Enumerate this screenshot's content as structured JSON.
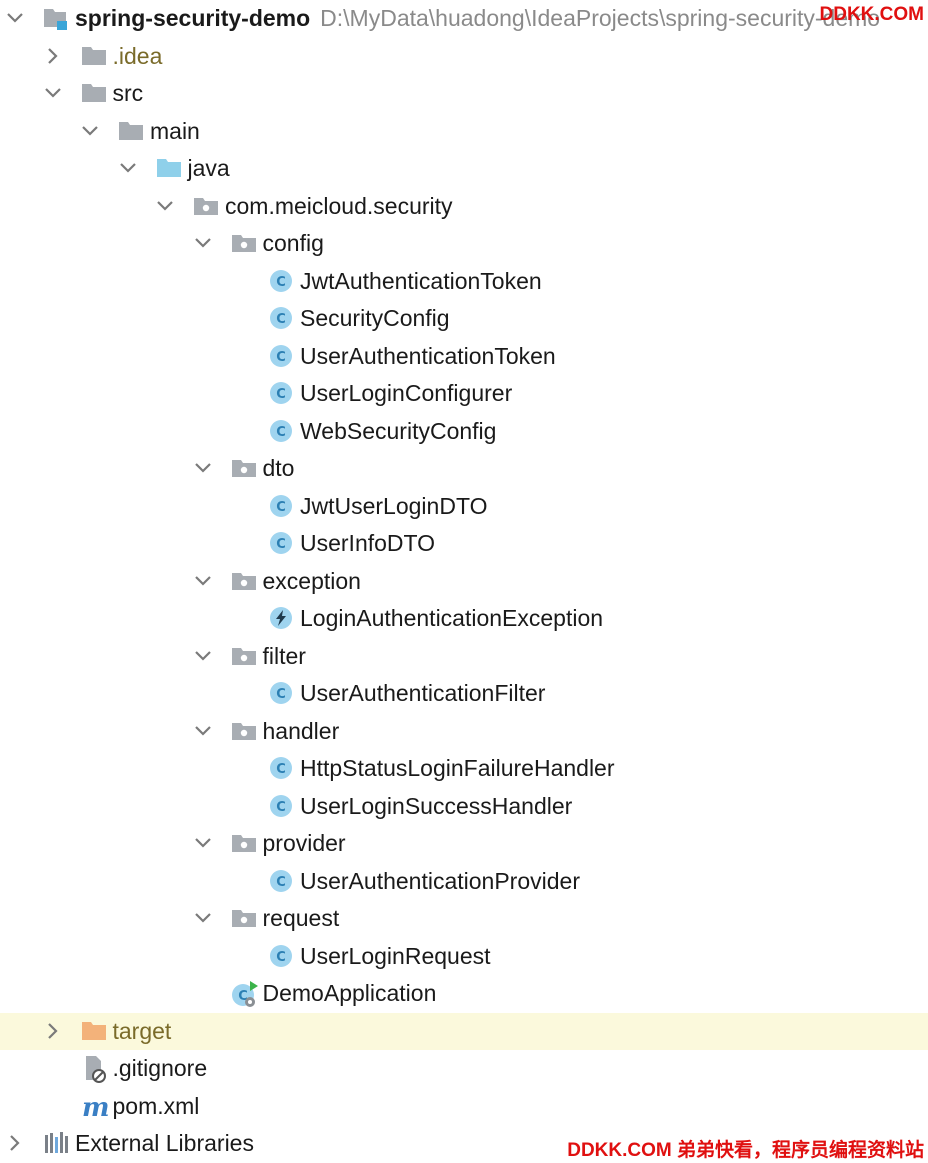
{
  "project": {
    "name": "spring-security-demo",
    "path": "D:\\MyData\\huadong\\IdeaProjects\\spring-security-demo"
  },
  "watermark_top": "DDKK.COM",
  "watermark_bottom": "DDKK.COM 弟弟快看，程序员编程资料站",
  "colors": {
    "folder_gray": "#a8adb3",
    "folder_blue": "#8fd0ea",
    "class_circle": "#9fd4ef",
    "class_text": "#2b7fb3",
    "target_folder": "#f3b27a",
    "selected_row": "#fbf9dc"
  },
  "tree": [
    {
      "label": "spring-security-demo",
      "indent": 0,
      "arrow": "down",
      "icon": "module-folder-icon",
      "bold": true,
      "path": true
    },
    {
      "label": ".idea",
      "indent": 1,
      "arrow": "right",
      "icon": "folder-icon",
      "dim": true
    },
    {
      "label": "src",
      "indent": 1,
      "arrow": "down",
      "icon": "folder-icon"
    },
    {
      "label": "main",
      "indent": 2,
      "arrow": "down",
      "icon": "folder-icon"
    },
    {
      "label": "java",
      "indent": 3,
      "arrow": "down",
      "icon": "source-folder-icon"
    },
    {
      "label": "com.meicloud.security",
      "indent": 4,
      "arrow": "down",
      "icon": "package-icon"
    },
    {
      "label": "config",
      "indent": 5,
      "arrow": "down",
      "icon": "package-icon"
    },
    {
      "label": "JwtAuthenticationToken",
      "indent": 6,
      "icon": "class-icon"
    },
    {
      "label": "SecurityConfig",
      "indent": 6,
      "icon": "class-icon"
    },
    {
      "label": "UserAuthenticationToken",
      "indent": 6,
      "icon": "class-icon"
    },
    {
      "label": "UserLoginConfigurer",
      "indent": 6,
      "icon": "class-icon"
    },
    {
      "label": "WebSecurityConfig",
      "indent": 6,
      "icon": "class-icon"
    },
    {
      "label": "dto",
      "indent": 5,
      "arrow": "down",
      "icon": "package-icon"
    },
    {
      "label": "JwtUserLoginDTO",
      "indent": 6,
      "icon": "class-icon"
    },
    {
      "label": "UserInfoDTO",
      "indent": 6,
      "icon": "class-icon"
    },
    {
      "label": "exception",
      "indent": 5,
      "arrow": "down",
      "icon": "package-icon"
    },
    {
      "label": "LoginAuthenticationException",
      "indent": 6,
      "icon": "exception-class-icon"
    },
    {
      "label": "filter",
      "indent": 5,
      "arrow": "down",
      "icon": "package-icon"
    },
    {
      "label": "UserAuthenticationFilter",
      "indent": 6,
      "icon": "class-icon"
    },
    {
      "label": "handler",
      "indent": 5,
      "arrow": "down",
      "icon": "package-icon"
    },
    {
      "label": "HttpStatusLoginFailureHandler",
      "indent": 6,
      "icon": "class-icon"
    },
    {
      "label": "UserLoginSuccessHandler",
      "indent": 6,
      "icon": "class-icon"
    },
    {
      "label": "provider",
      "indent": 5,
      "arrow": "down",
      "icon": "package-icon"
    },
    {
      "label": "UserAuthenticationProvider",
      "indent": 6,
      "icon": "class-icon"
    },
    {
      "label": "request",
      "indent": 5,
      "arrow": "down",
      "icon": "package-icon"
    },
    {
      "label": "UserLoginRequest",
      "indent": 6,
      "icon": "class-icon"
    },
    {
      "label": "DemoApplication",
      "indent": 5,
      "icon": "spring-boot-class-icon"
    },
    {
      "label": "target",
      "indent": 1,
      "arrow": "right",
      "icon": "excluded-folder-icon",
      "dim": true,
      "selected": true
    },
    {
      "label": ".gitignore",
      "indent": 1,
      "icon": "ignored-file-icon"
    },
    {
      "label": "pom.xml",
      "indent": 1,
      "icon": "maven-icon"
    },
    {
      "label": "External Libraries",
      "indent": 0,
      "arrow": "right",
      "icon": "libraries-icon"
    }
  ]
}
